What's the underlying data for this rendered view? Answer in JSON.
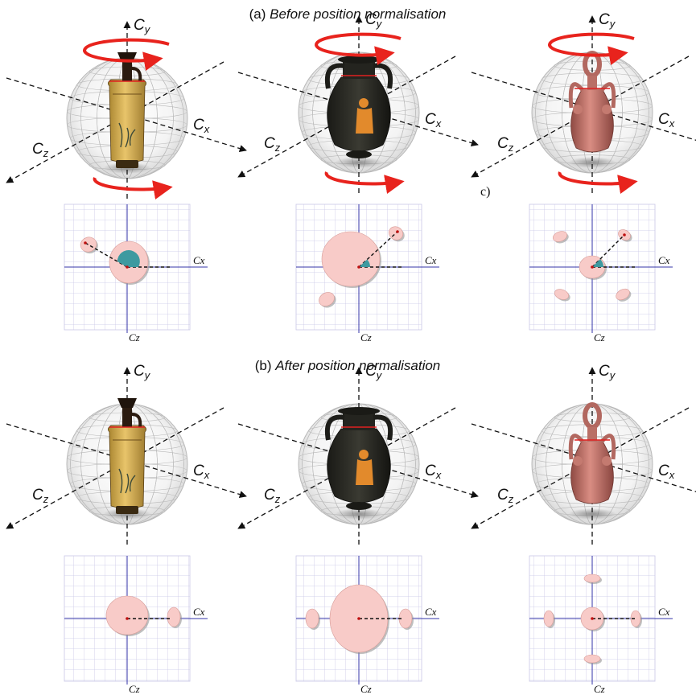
{
  "captions": {
    "before_prefix": "(a) ",
    "before_text": "Before position normalisation",
    "after_prefix": "(b) ",
    "after_text": "After position normalisation"
  },
  "axis_labels": {
    "cy": "C",
    "cy_sub": "y",
    "cx": "C",
    "cx_sub": "x",
    "cz": "C",
    "cz_sub": "z"
  },
  "plot_labels": {
    "cx": "Cx",
    "cz": "Cz"
  },
  "side_label": "c)",
  "objects": [
    "lekythos",
    "amphora",
    "flask"
  ],
  "colors": {
    "sphere_grid": "#b9b9b9",
    "rotation_arrow": "#e8231d",
    "plot_grid": "#c9c7e6",
    "plot_axis": "#3434a8",
    "blob_fill": "#f8cbc8",
    "blob_shadow": "#8a8a8a",
    "angle_wedge": "#3e9aa0",
    "rim_line": "#e02020",
    "lekythos_body": "#d8b25c",
    "amphora_body": "#2a2a24",
    "amphora_figure": "#e28a2c",
    "flask_body": "#c4766d"
  }
}
